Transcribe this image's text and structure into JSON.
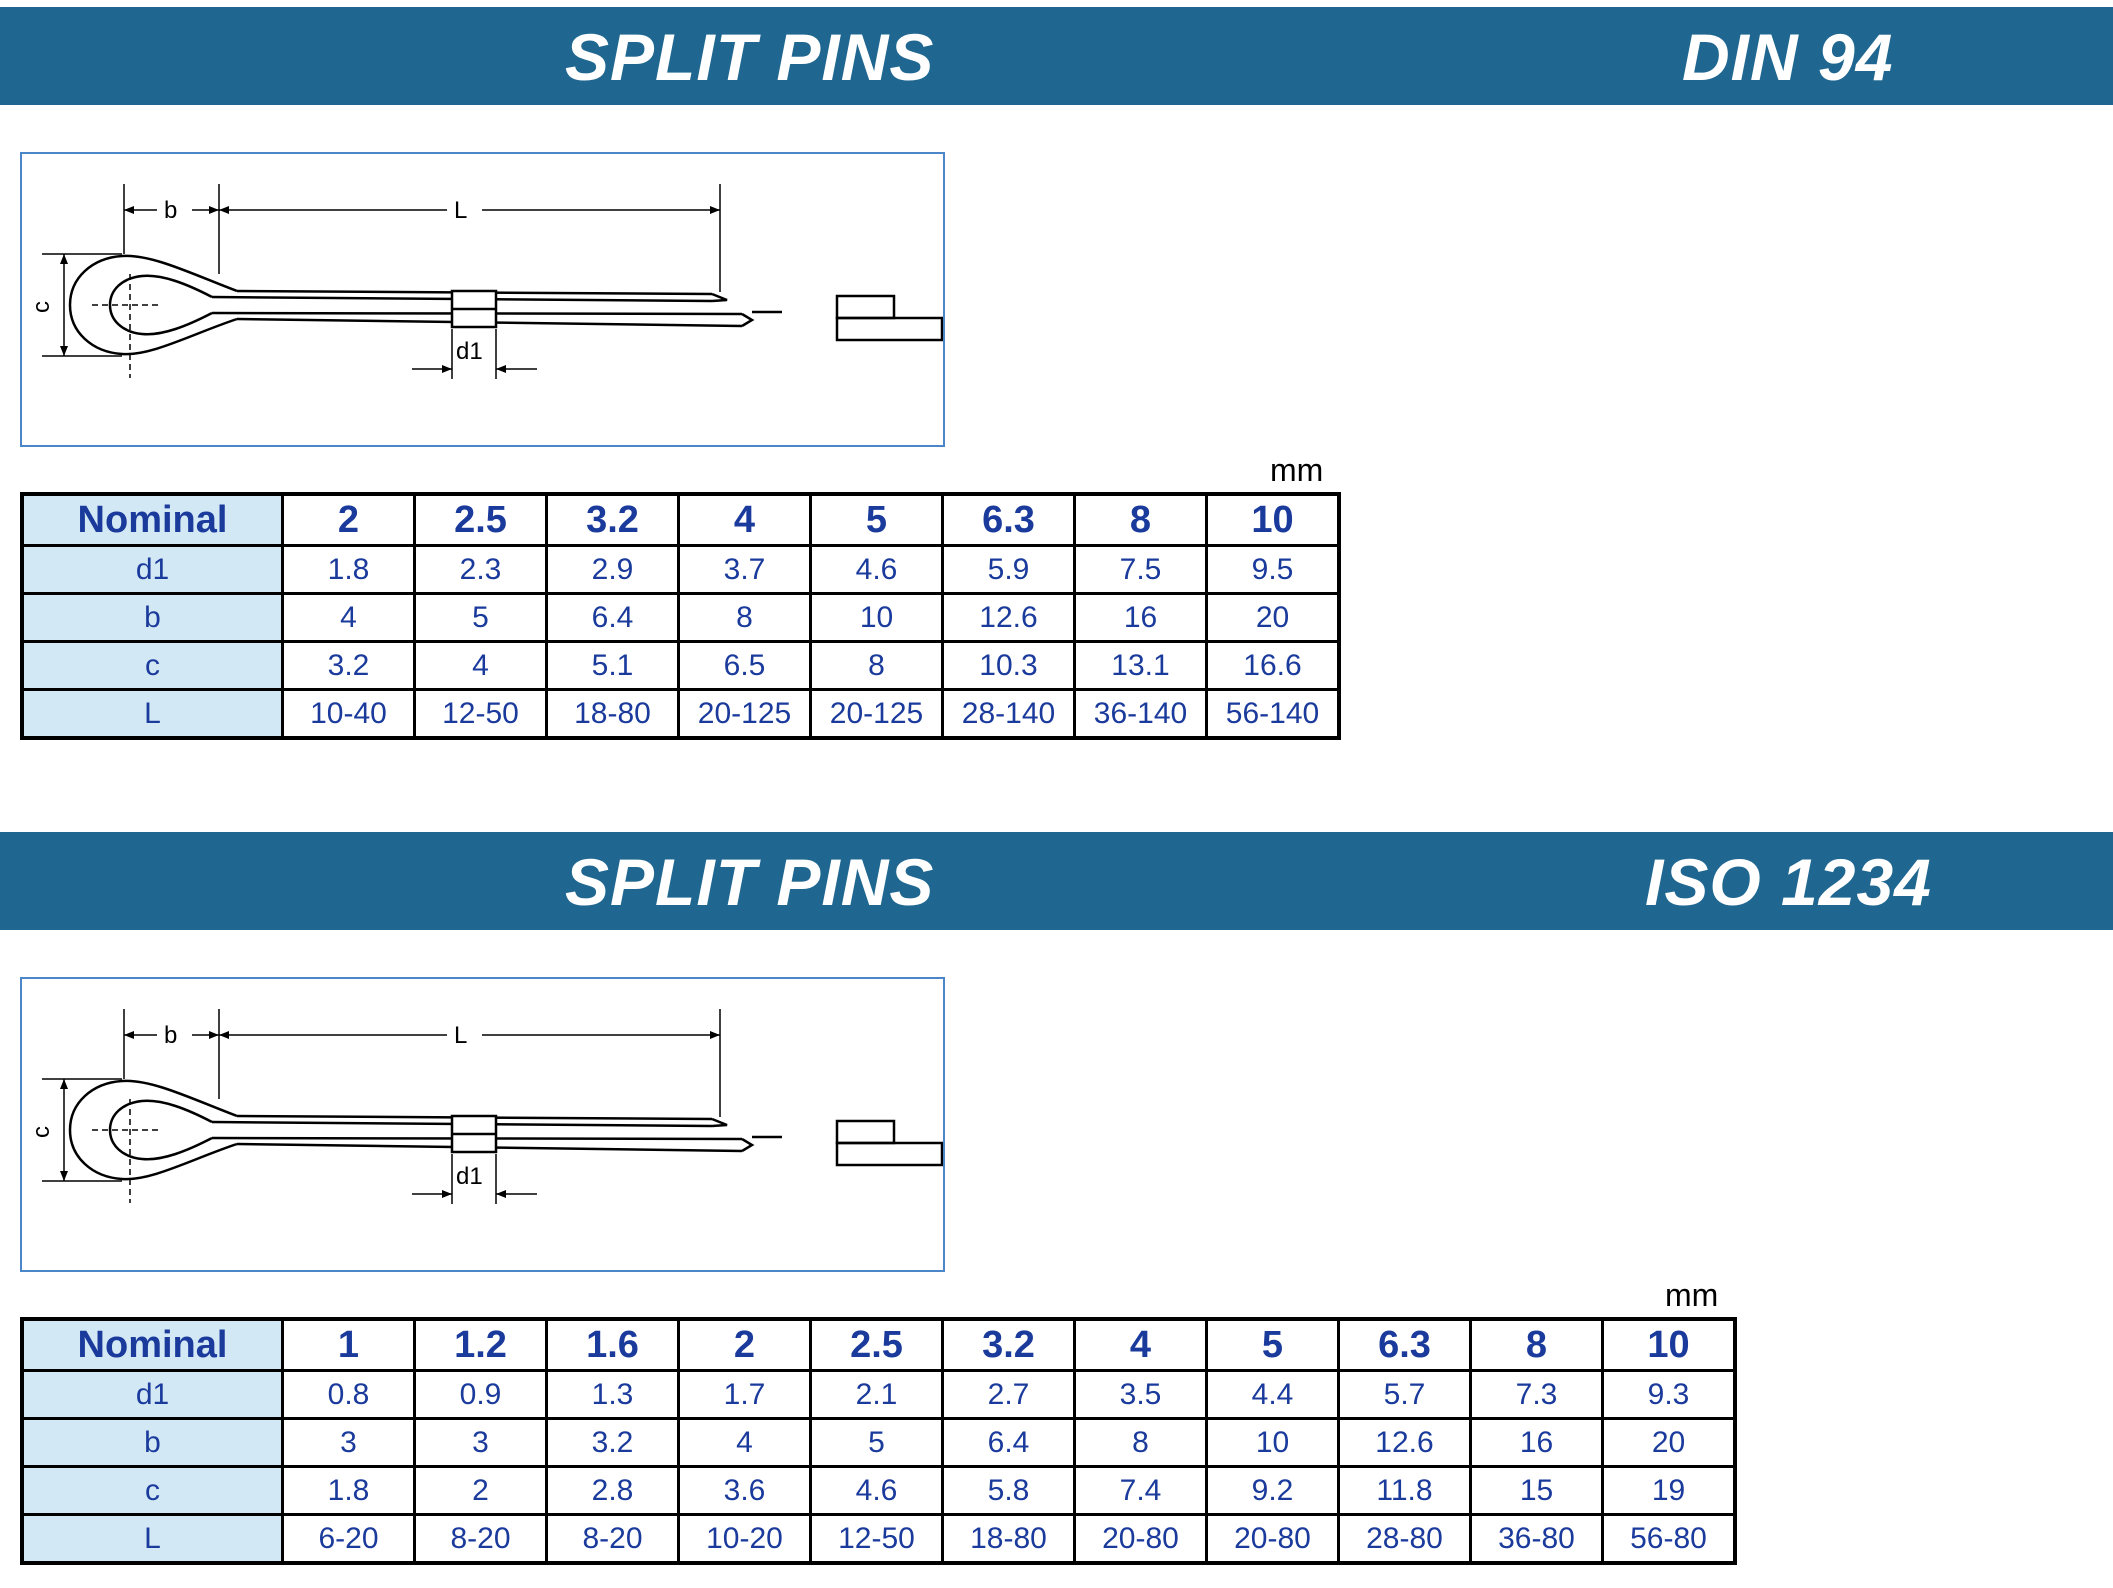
{
  "sections": [
    {
      "title": "SPLIT PINS",
      "standard": "DIN 94",
      "unit": "mm",
      "diagram_labels": {
        "b": "b",
        "L": "L",
        "c": "c",
        "d1": "d1"
      },
      "header_label": "Nominal",
      "nominal": [
        "2",
        "2.5",
        "3.2",
        "4",
        "5",
        "6.3",
        "8",
        "10"
      ],
      "rows": [
        {
          "label": "d1",
          "values": [
            "1.8",
            "2.3",
            "2.9",
            "3.7",
            "4.6",
            "5.9",
            "7.5",
            "9.5"
          ]
        },
        {
          "label": "b",
          "values": [
            "4",
            "5",
            "6.4",
            "8",
            "10",
            "12.6",
            "16",
            "20"
          ]
        },
        {
          "label": "c",
          "values": [
            "3.2",
            "4",
            "5.1",
            "6.5",
            "8",
            "10.3",
            "13.1",
            "16.6"
          ]
        },
        {
          "label": "L",
          "values": [
            "10-40",
            "12-50",
            "18-80",
            "20-125",
            "20-125",
            "28-140",
            "36-140",
            "56-140"
          ]
        }
      ]
    },
    {
      "title": "SPLIT PINS",
      "standard": "ISO 1234",
      "unit": "mm",
      "diagram_labels": {
        "b": "b",
        "L": "L",
        "c": "c",
        "d1": "d1"
      },
      "header_label": "Nominal",
      "nominal": [
        "1",
        "1.2",
        "1.6",
        "2",
        "2.5",
        "3.2",
        "4",
        "5",
        "6.3",
        "8",
        "10"
      ],
      "rows": [
        {
          "label": "d1",
          "values": [
            "0.8",
            "0.9",
            "1.3",
            "1.7",
            "2.1",
            "2.7",
            "3.5",
            "4.4",
            "5.7",
            "7.3",
            "9.3"
          ]
        },
        {
          "label": "b",
          "values": [
            "3",
            "3",
            "3.2",
            "4",
            "5",
            "6.4",
            "8",
            "10",
            "12.6",
            "16",
            "20"
          ]
        },
        {
          "label": "c",
          "values": [
            "1.8",
            "2",
            "2.8",
            "3.6",
            "4.6",
            "5.8",
            "7.4",
            "9.2",
            "11.8",
            "15",
            "19"
          ]
        },
        {
          "label": "L",
          "values": [
            "6-20",
            "8-20",
            "8-20",
            "10-20",
            "12-50",
            "18-80",
            "20-80",
            "20-80",
            "28-80",
            "36-80",
            "56-80"
          ]
        }
      ]
    }
  ]
}
